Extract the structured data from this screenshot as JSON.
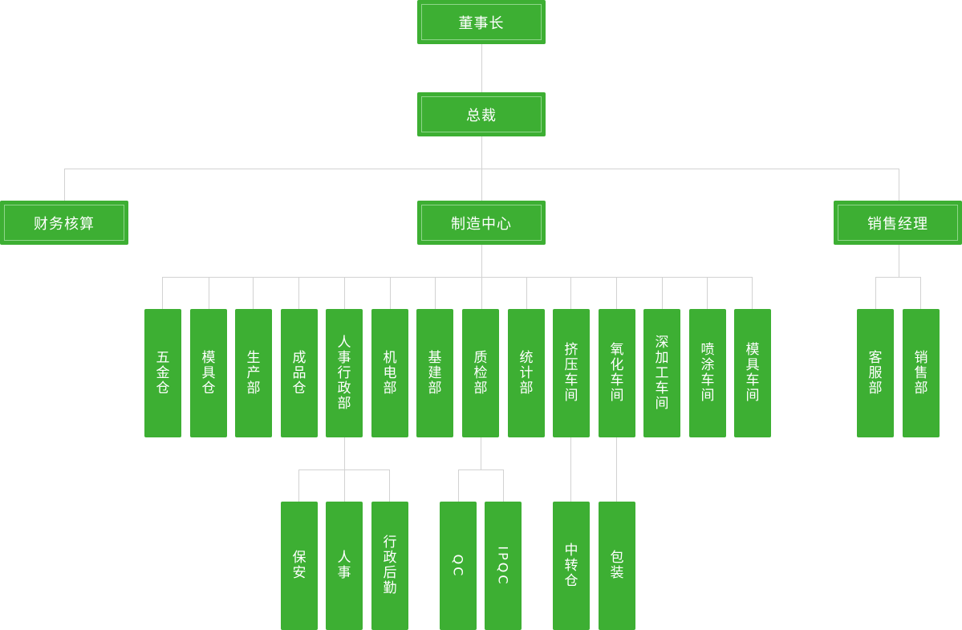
{
  "chairman": "董事长",
  "president": "总裁",
  "level2": {
    "finance": "财务核算",
    "manufacturing": "制造中心",
    "sales": "销售经理"
  },
  "manufacturing_depts": [
    "五金仓",
    "模具仓",
    "生产部",
    "成品仓",
    "人事行政部",
    "机电部",
    "基建部",
    "质检部",
    "统计部",
    "挤压车间",
    "氧化车间",
    "深加工车间",
    "喷涂车间",
    "模具车间"
  ],
  "sales_depts": [
    "客服部",
    "销售部"
  ],
  "hr_subdepts": [
    "保安",
    "人事",
    "行政后勤"
  ],
  "qc_subdepts": [
    "QC",
    "IPQC"
  ],
  "extrusion_sub": "中转仓",
  "oxidation_sub": "包装",
  "colors": {
    "box": "#3daf33",
    "inner_border": "#8fd68a",
    "line": "#d2d2d2",
    "text": "#ffffff"
  }
}
